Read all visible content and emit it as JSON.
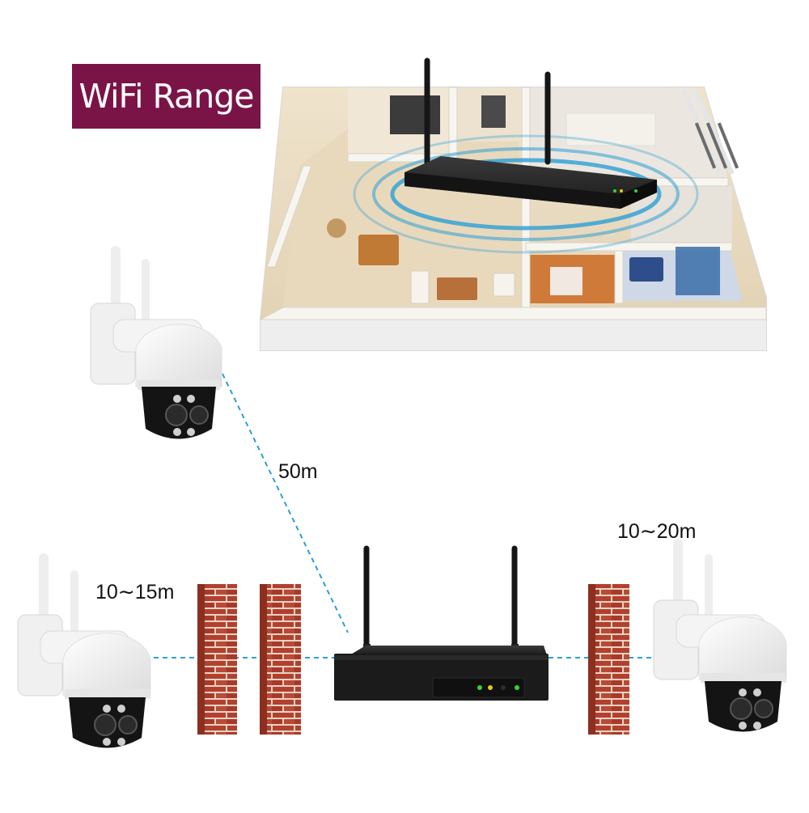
{
  "title": {
    "text": "WiFi Range",
    "background": "#7a1447"
  },
  "distances": {
    "top_camera": "50m",
    "left_camera": "10∼15m",
    "right_camera": "10∼20m"
  },
  "colors": {
    "link_line": "#2a9fd6",
    "brick": "#b2402e",
    "mortar": "#e9d3c3",
    "nvr_body": "#161616",
    "camera_white": "#f4f4f4",
    "camera_black": "#141414"
  },
  "icons": [
    "wifi-nvr-icon",
    "ptz-camera-icon",
    "brick-wall-icon",
    "floor-plan-icon"
  ],
  "nvr_leds": [
    "#37d23a",
    "#e6c618",
    "#37d23a"
  ]
}
